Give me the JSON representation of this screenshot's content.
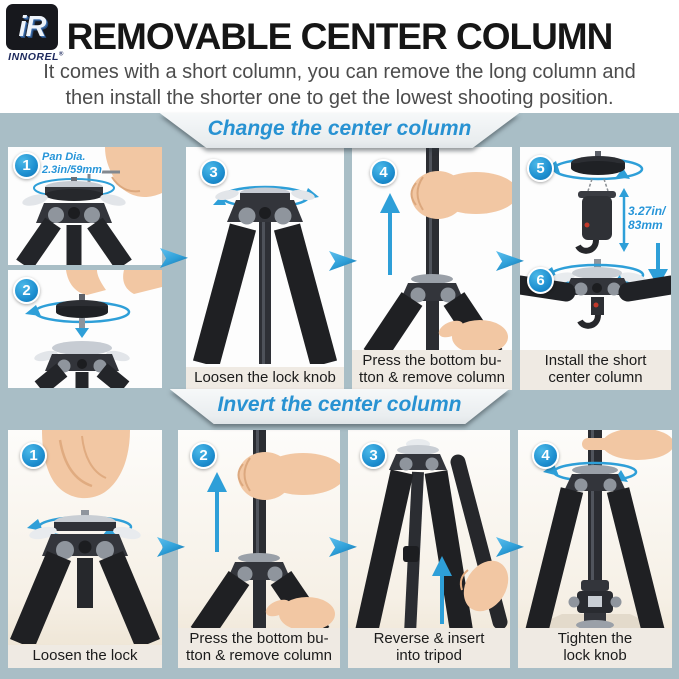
{
  "colors": {
    "accent_blue": "#2e9fd8",
    "background": "#a9bec6",
    "banner_text": "#2892d2"
  },
  "logo": {
    "mark": "iR",
    "brand": "INNOREL",
    "reg": "®"
  },
  "header": {
    "title": "REMOVABLE CENTER COLUMN",
    "subtitle_line1": "It comes with a short column, you can remove the long column and",
    "subtitle_line2": "then install the shorter one to get the lowest shooting position."
  },
  "section1": {
    "banner": "Change the center column",
    "step1": {
      "num": "1",
      "ann1": "Pan Dia.",
      "ann2": "2.3in/59mm"
    },
    "step2": {
      "num": "2"
    },
    "step3": {
      "num": "3",
      "caption": "Loosen the lock knob"
    },
    "step4": {
      "num": "4",
      "cap1": "Press the bottom bu-",
      "cap2": "tton & remove column"
    },
    "step5": {
      "num": "5",
      "ann1": "3.27in/",
      "ann2": "83mm"
    },
    "step6": {
      "num": "6",
      "cap1": "Install the short",
      "cap2": "center column"
    }
  },
  "section2": {
    "banner": "Invert the center column",
    "step1": {
      "num": "1",
      "caption": "Loosen the lock"
    },
    "step2": {
      "num": "2",
      "cap1": "Press the bottom bu-",
      "cap2": "tton & remove column"
    },
    "step3": {
      "num": "3",
      "cap1": "Reverse & insert",
      "cap2": "into tripod"
    },
    "step4": {
      "num": "4",
      "cap1": "Tighten the",
      "cap2": "lock knob"
    }
  }
}
